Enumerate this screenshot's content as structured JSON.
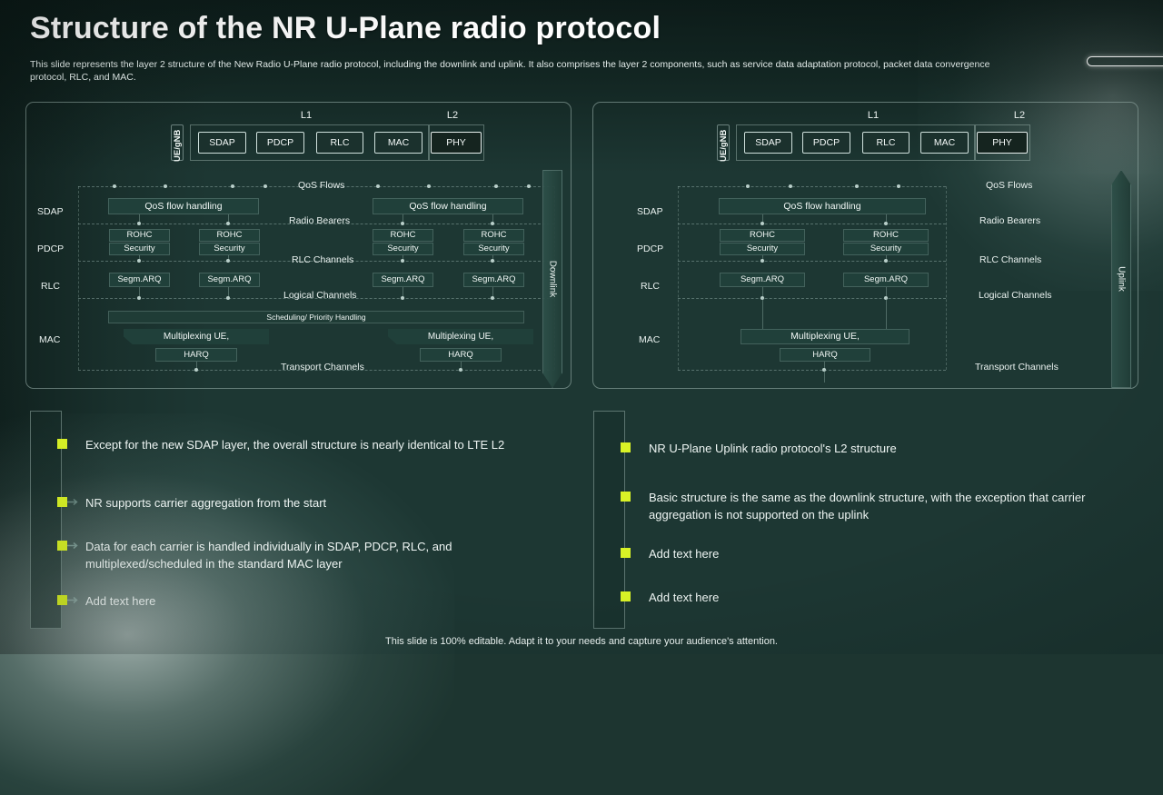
{
  "header": {
    "title": "Structure of the NR U-Plane radio protocol",
    "subtitle": "This slide represents the layer 2 structure of the New Radio U-Plane radio protocol, including the downlink and uplink. It also comprises the layer 2 components, such as service data adaptation protocol, packet data convergence protocol, RLC, and MAC.",
    "deco_bar": "decorative-bar"
  },
  "diagrams": {
    "left": {
      "direction_label": "Downlink",
      "stack": {
        "l1_label": "L1",
        "l2_label": "L2",
        "side_label": "UE/gNB",
        "chips": [
          "SDAP",
          "PDCP",
          "RLC",
          "MAC"
        ],
        "phy_chip": "PHY"
      },
      "layer_labels": [
        "SDAP",
        "PDCP",
        "RLC",
        "MAC"
      ],
      "channel_labels": [
        "QoS Flows",
        "Radio Bearers",
        "RLC Channels",
        "Logical Channels",
        "Transport Channels"
      ],
      "boxes": {
        "qos_flow_handling": "QoS flow handling",
        "rohc": "ROHC",
        "security": "Security",
        "segm_arq": "Segm.ARQ",
        "scheduling": "Scheduling/ Priority Handling",
        "multiplexing": "Multiplexing UE,",
        "harq": "HARQ"
      },
      "carrier_count": 2
    },
    "right": {
      "direction_label": "Uplink",
      "stack": {
        "l1_label": "L1",
        "l2_label": "L2",
        "side_label": "UE/gNB",
        "chips": [
          "SDAP",
          "PDCP",
          "RLC",
          "MAC"
        ],
        "phy_chip": "PHY"
      },
      "layer_labels": [
        "SDAP",
        "PDCP",
        "RLC",
        "MAC"
      ],
      "channel_labels": [
        "QoS Flows",
        "Radio Bearers",
        "RLC Channels",
        "Logical Channels",
        "Transport Channels"
      ],
      "boxes": {
        "qos_flow_handling": "QoS flow handling",
        "rohc": "ROHC",
        "security": "Security",
        "segm_arq": "Segm.ARQ",
        "multiplexing": "Multiplexing UE,",
        "harq": "HARQ"
      },
      "carrier_count": 1
    }
  },
  "bullets": {
    "left": [
      "Except for the new SDAP layer, the overall structure  is nearly  identical to LTE L2",
      "NR supports  carrier aggregation from  the start",
      "Data for each carrier is handled  individually  in SDAP, PDCP, RLC, and multiplexed/scheduled  in the standard MAC layer",
      "Add text here"
    ],
    "right": [
      "NR U-Plane  Uplink  radio protocol's L2 structure",
      "Basic structure  is the same as the downlink  structure,  with the exception that carrier aggregation is not  supported on the uplink",
      "Add text here",
      "Add text here"
    ]
  },
  "footer": {
    "note": "This slide is 100% editable. Adapt it to your needs and capture your audience's attention."
  },
  "colors": {
    "background": "#1d3733",
    "accent": "#d9f226",
    "text": "#eef5f3",
    "box_fill": "#20403a"
  }
}
